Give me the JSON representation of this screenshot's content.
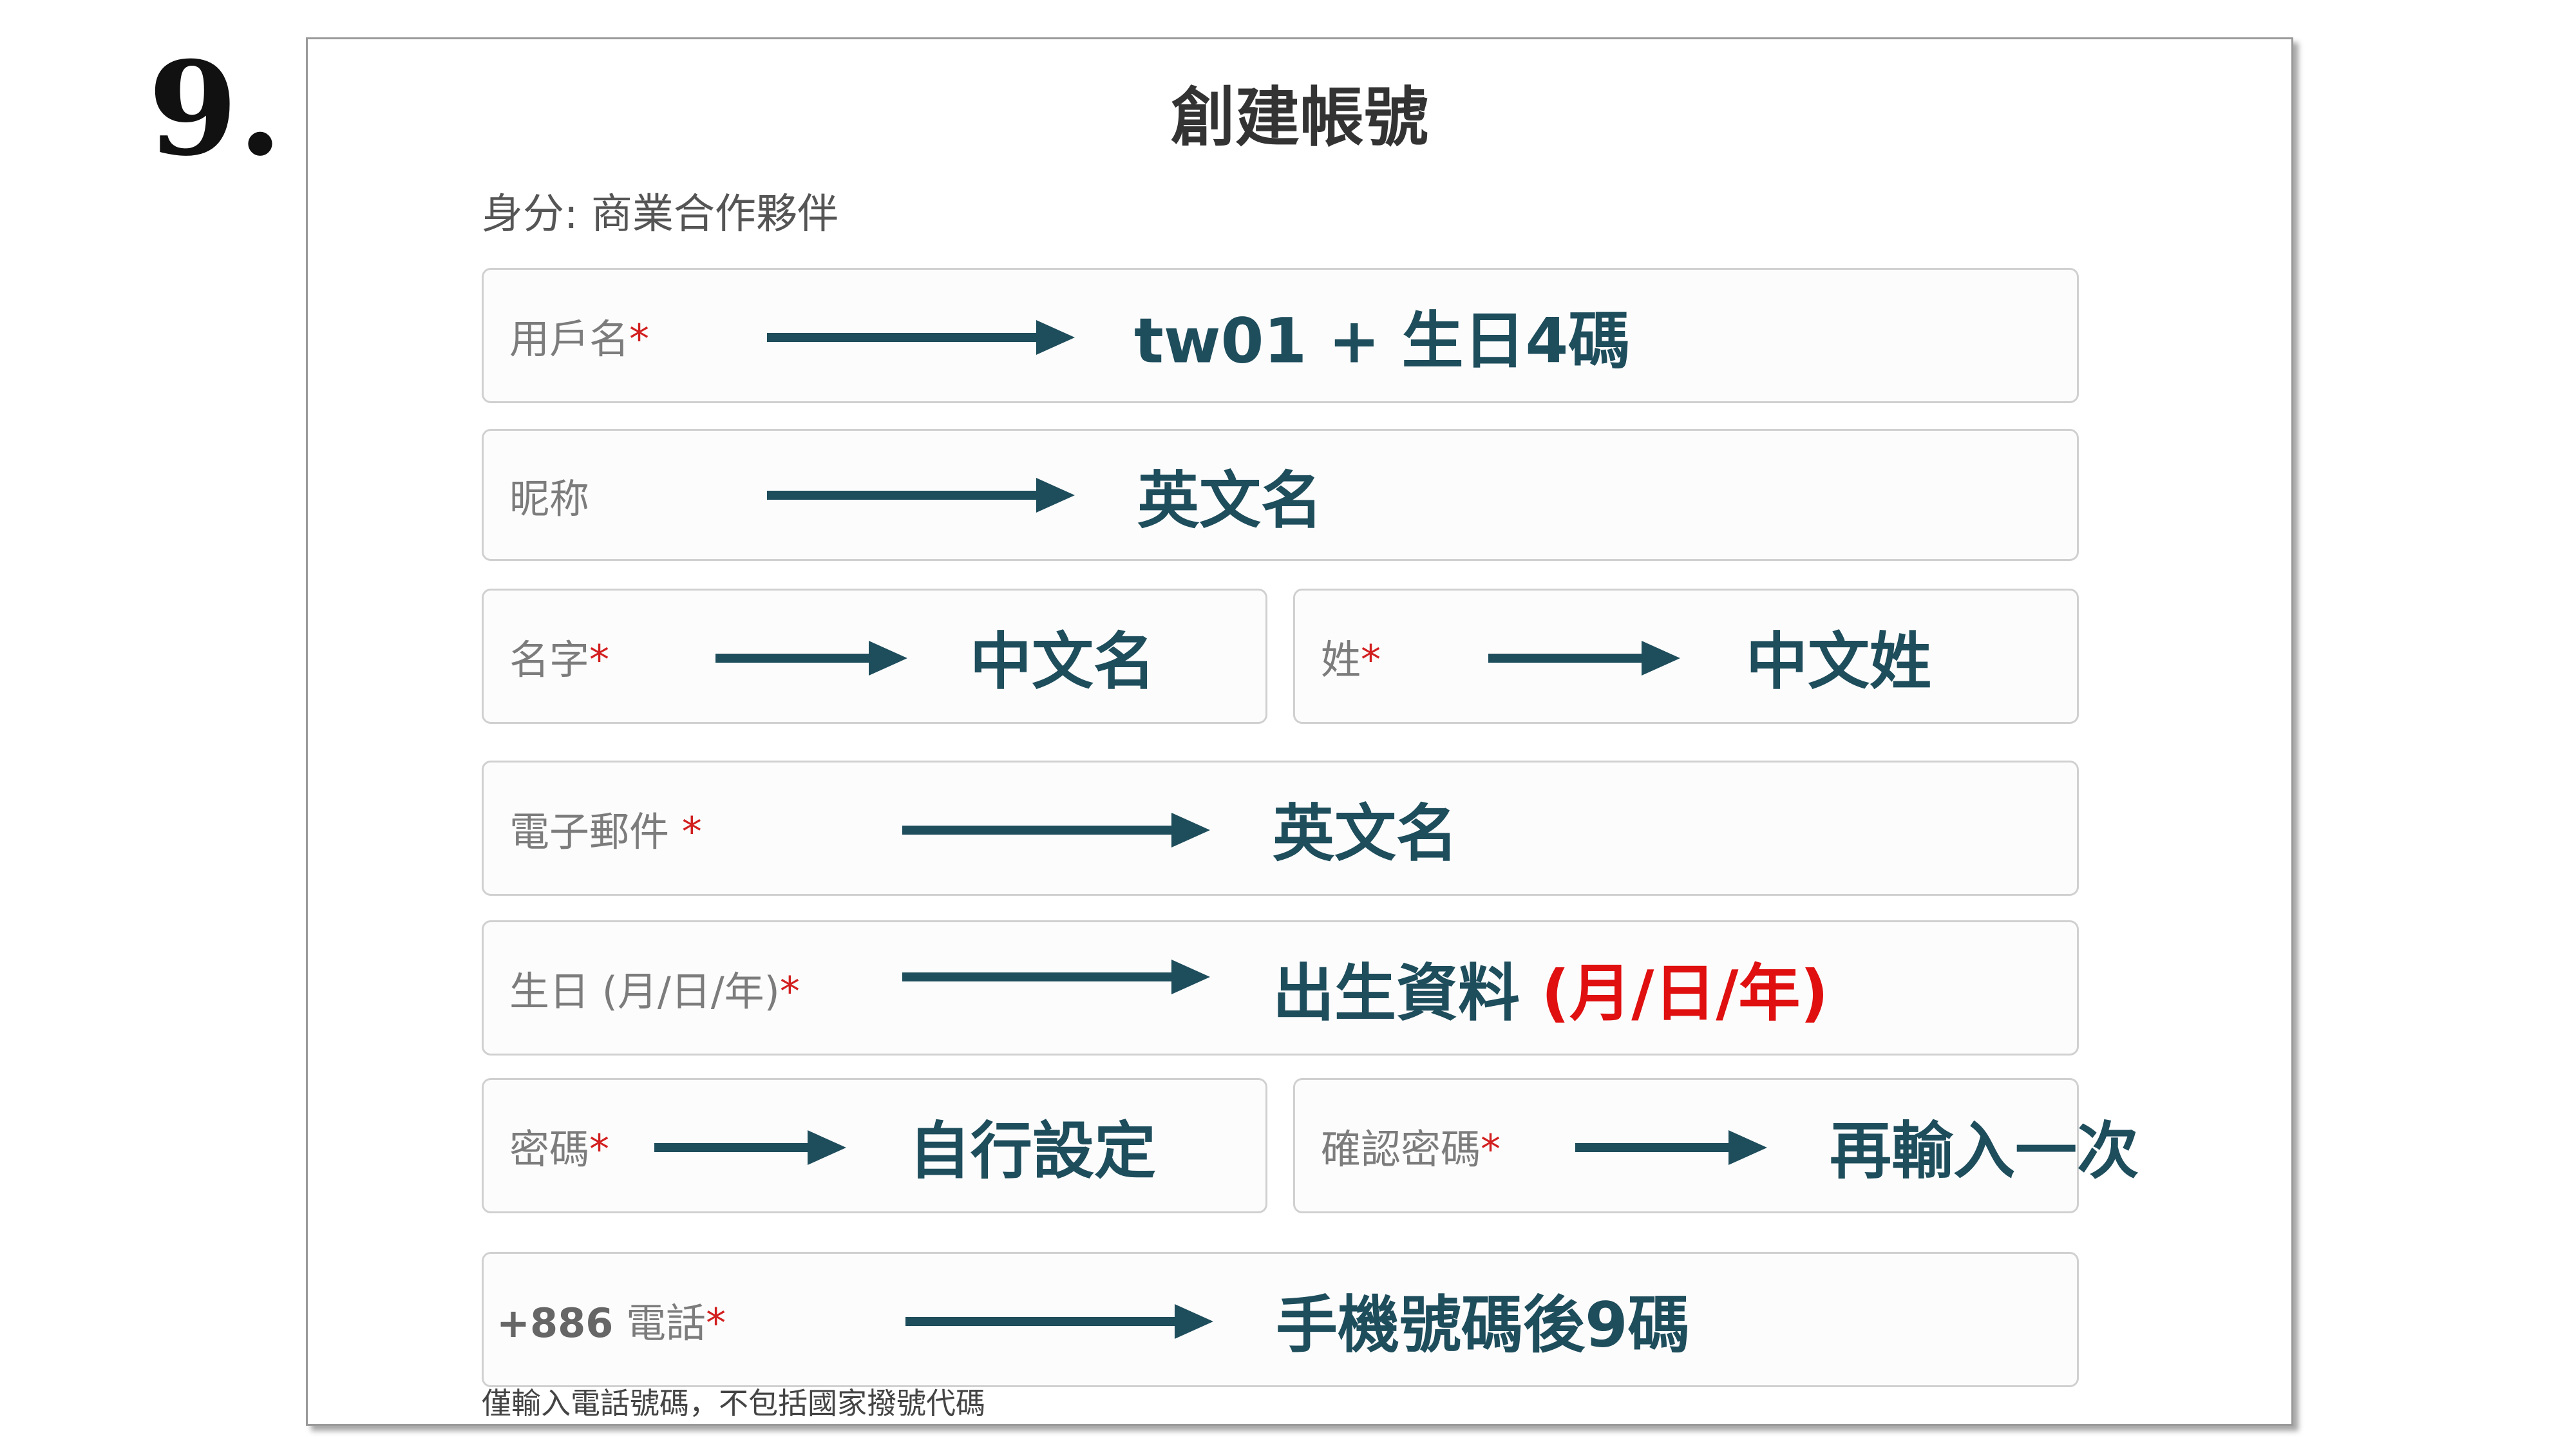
{
  "step_number": "9.",
  "form": {
    "title": "創建帳號",
    "role": "身分: 商業合作夥伴",
    "required_mark": "*",
    "fields": {
      "username": {
        "label": "用戶名",
        "instruction": "tw01 + 生日4碼"
      },
      "nickname": {
        "label": "昵称",
        "instruction": "英文名"
      },
      "first_name": {
        "label": "名字",
        "instruction": "中文名"
      },
      "last_name": {
        "label": "姓",
        "instruction": "中文姓"
      },
      "email": {
        "label": "電子郵件 ",
        "instruction": "英文名"
      },
      "birthday": {
        "label": "生日 (月/日/年)",
        "instruction": "出生資料 ",
        "format_note": "(月/日/年)"
      },
      "password": {
        "label": "密碼",
        "instruction": "自行設定"
      },
      "confirm_password": {
        "label": "確認密碼",
        "instruction": "再輸入一次"
      },
      "phone": {
        "prefix": "+886",
        "label": " 電話",
        "instruction": "手機號碼後9碼"
      }
    },
    "phone_note": "僅輸入電話號碼，不包括國家撥號代碼"
  },
  "colors": {
    "instruction": "#1e4d5c",
    "required": "#d21f1f",
    "highlight": "#e01010"
  }
}
